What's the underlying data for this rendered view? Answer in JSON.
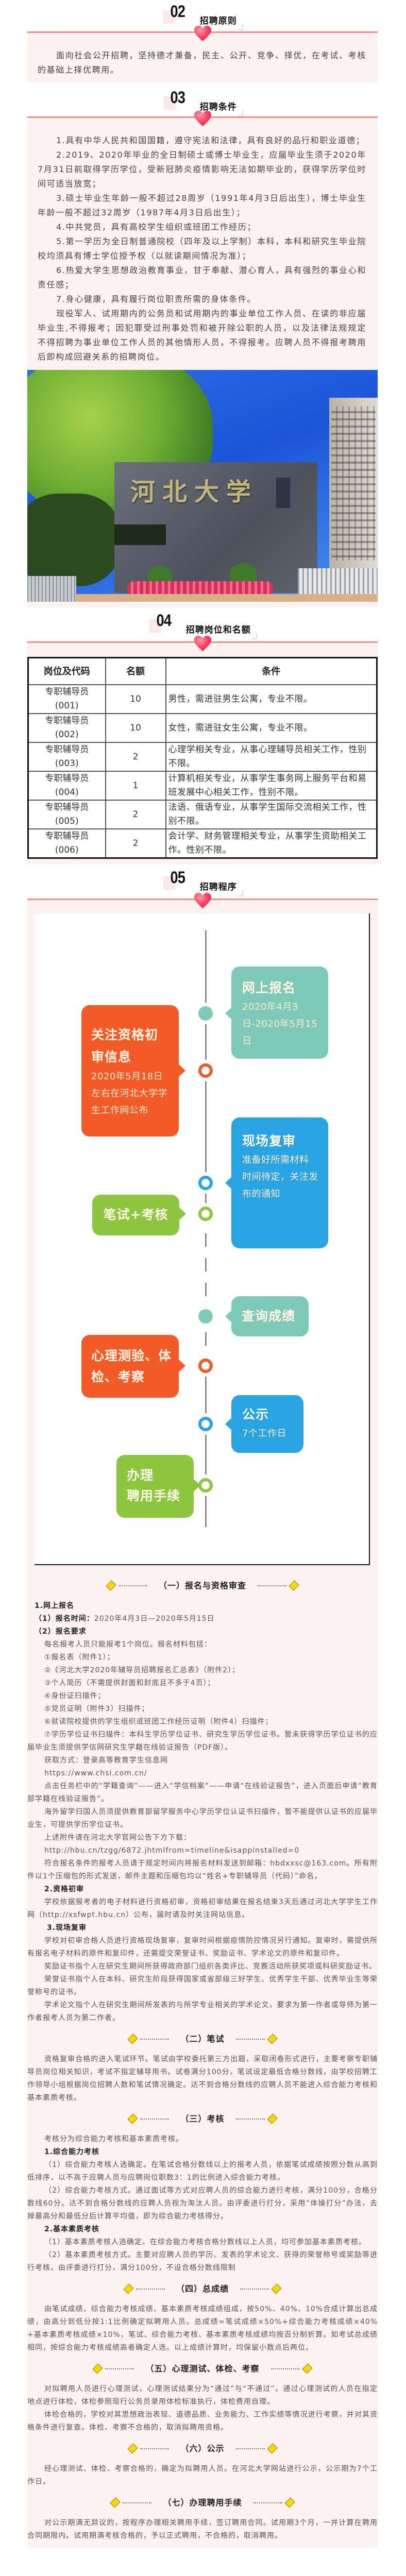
{
  "s02": {
    "number": "02",
    "title": "招聘原则",
    "paragraph": "面向社会公开招聘，坚持德才兼备，民主、公开、竞争、择优，在考试、考核的基础上择优聘用。"
  },
  "s03": {
    "number": "03",
    "title": "招聘条件",
    "paragraphs": [
      "1.具有中华人民共和国国籍，遵守宪法和法律，具有良好的品行和职业道德；",
      "2.2019、2020年毕业的全日制硕士或博士毕业生，应届毕业生须于2020年7月31日前取得学历学位，受新冠肺炎疫情影响无法如期毕业的，获得学历学位时间可适当放宽；",
      "3.硕士毕业生年龄一般不超过28周岁（1991年4月3日后出生），博士毕业生年龄一般不超过32周岁（1987年4月3日后出生）；",
      "4.中共党员，具有高校学生组织或班团工作经历；",
      "5.第一学历为全日制普通院校（四年及以上学制）本科，本科和研究生毕业院校均须具有博士学位授予权（以就读期间情况为准）；",
      "6.热爱大学生思想政治教育事业，甘于奉献、潜心育人，具有强烈的事业心和责任感；",
      "7.身心健康，具有履行岗位职责所需的身体条件。",
      "现役军人、试用期内的公务员和试用期内的事业单位工作人员、在读的非应届毕业生,不得报考；因犯罪受过刑事处罚和被开除公职的人员，以及法律法规规定不得招聘为事业单位工作人员的其他情形人员，不得报考。应聘人员不得报考聘用后即构成回避关系的招聘岗位。"
    ]
  },
  "photo": {
    "sign_text": "河北大学"
  },
  "s04": {
    "number": "04",
    "title": "招聘岗位和名额",
    "table": {
      "headers": [
        "岗位及代码",
        "名额",
        "条件"
      ],
      "rows": [
        {
          "position": "专职辅导员",
          "code": "(001)",
          "quota": "10",
          "conditions": "男性，需进驻男生公寓，专业不限。"
        },
        {
          "position": "专职辅导员",
          "code": "(002)",
          "quota": "10",
          "conditions": "女性，需进驻女生公寓，专业不限。"
        },
        {
          "position": "专职辅导员",
          "code": "(003)",
          "quota": "2",
          "conditions": "心理学相关专业，从事心理辅导员相关工作，性别不限。"
        },
        {
          "position": "专职辅导员",
          "code": "(004)",
          "quota": "1",
          "conditions": "计算机相关专业，从事学生事务网上服务平台和易班发展中心相关工作，性别不限。"
        },
        {
          "position": "专职辅导员",
          "code": "(005)",
          "quota": "2",
          "conditions": "法语、俄语专业，从事学生国际交流相关工作，性别不限。"
        },
        {
          "position": "专职辅导员",
          "code": "(006)",
          "quota": "2",
          "conditions": "会计学、财务管理相关专业，从事学生资助相关工作。性别不限。"
        }
      ]
    }
  },
  "s05": {
    "number": "05",
    "title": "招聘程序",
    "timeline": [
      {
        "title": "网上报名",
        "detail": "2020年4月3日-2020年5月15日"
      },
      {
        "title": "关注资格初审信息",
        "detail": "2020年5月18日左右在河北大学学生工作网公布"
      },
      {
        "title": "现场复审",
        "detail": "准备好所需材料",
        "detail2": "时间待定，关注发布的通知"
      },
      {
        "title": "笔试+考核"
      },
      {
        "title": "查询成绩"
      },
      {
        "title": "心理测验、体检、考察"
      },
      {
        "title": "公示",
        "detail": "7个工作日"
      },
      {
        "title": "办理",
        "title2": "聘用手续"
      }
    ],
    "colors": {
      "teal": "#7fc9b9",
      "orange": "#f25a27",
      "blue": "#27a4e1",
      "green": "#8dc640"
    }
  },
  "procedure": {
    "sec1": {
      "heading": "（一）报名与资格审查",
      "online_title": "1.网上报名",
      "time_label": "（1）报名时间：",
      "time_value": "2020年4月3日—2020年5月15日",
      "req_label": "（2）报名要求",
      "paras": [
        "每名报考人员只能报考1个岗位。报名材料包括：",
        "①报名表（附件1）；",
        "②《河北大学2020年辅导员招聘报名汇总表》（附件2）；",
        "③个人简历（不需提供封面和封底且不多于4页）；",
        "④身份证扫描件；",
        "⑤党员证明（附件3）扫描件；",
        "⑥就读院校提供的学生组织或班团工作经历证明（附件4）扫描件；",
        "⑦学历学位证书扫描件：本科生学历学位证书、研究生学历学位证书。暂未获得学历学位证书的应届毕业生须提供学信网研究生学籍在线验证报告（PDF版）。",
        "获取方式：登录高等教育学生信息网",
        "https://www.chsi.com.cn/",
        "点击任务栏中的“学籍查询”——进入“学信档案”——申请“在线验证报告”，进入页面后申请“教育部学籍在线验证报告”。",
        "海外留学归国人员须提供教育部留学服务中心学历学位认证书扫描件，暂不能提供认证书的应届毕业生，可提供学历学位证书。",
        "上述附件请在河北大学官网公告下方下载：",
        "http://hbu.cn/tzgg/6872.jhtmlfrom=timeline&isappinstalled=0",
        "符合报名条件的报考人员请于规定时间内将报名材料发送到邮箱：hbdxxsc@163.com。所有附件以1个压缩包的形式发送，邮件主题和压缩包均以“姓名+专职辅导员（代码）”命名。"
      ],
      "prelim_title": "2.资格初审",
      "prelim_para": "学校依据报考者的电子材料进行资格初审，资格初审结果在报名结束3天后通过河北大学学生工作网（http://xsfwpt.hbu.cn）公布，届时请及时关注网站信息。",
      "onsite_title": "3.现场复审",
      "onsite_paras": [
        "学校对初审合格人员进行资格现场复审，复审时间根据疫情防控情况另行通知。复审时，需提供所有报名电子材料的原件和复印件，还需提交荣誉证书、奖励证书、学术论文的原件和复印件。",
        "奖励证书指个人在研究生期间所获得政府部门组织各类评比、竞赛活动所获奖项或科研奖励证书。",
        "荣誉证书指个人在本科、研究生阶段获得国家或省部级三好学生、优秀学生干部、优秀毕业生等荣誉称号的证书。",
        "学术论文指个人在研究生期间所发表的与所学专业相关的学术论文，要求为第一作者或导师为第一作者报考人员为第二作者。"
      ]
    },
    "sec2": {
      "heading": "（二）笔试",
      "para": "资格复审合格的进入笔试环节。笔试由学校委托第三方出题，采取闭卷形式进行，主要考察专职辅导员岗位相关知识，考试不指定辅导用书。试卷满分100分，笔试设定最低合格分数线，由学校招聘工作领导小组根据岗位招聘人数和笔试情况确定。达不到合格分数线的应聘人员不能进入综合能力考核和基本素质考核。"
    },
    "sec3": {
      "heading": "（三）考核",
      "intro": "考核分为综合能力考核和基本素质考核。",
      "comp_title": "1.综合能力考核",
      "comp_paras": [
        "（1）综合能力考核人选确定。在笔试合格分数线以上的报考人员，依据笔试成绩按照分数从高到低排序，以不高于应聘人员与应聘岗位职数3：1的比例进入综合能力考核。",
        "（2）综合能力考核方式。通过面试等方式对应聘人员的综合能力进行考核，满分100分，合格分数线60分。达不到合格分数线的应聘人员视为淘汰人员。由评委进行打分，采用“体操打分”办法，去掉最高分和最低分后计算平均值，即为综合能力考核得分。"
      ],
      "basic_title": "2.基本素质考核",
      "basic_paras": [
        "（1）基本素质考核人选确定。在综合能力考核合格分数线以上人员，均可参加基本素质考核。",
        "（2）基本素质考核方式。主要对应聘人员的学历、发表的学术论文、获得的荣誉称号或奖励等进行考核。由评委进行打分，满分100分，不设合格分数线限制"
      ]
    },
    "sec4": {
      "heading": "（四）总成绩",
      "para": "由笔试成绩、综合能力考核成绩、基本素质考核成绩组成，按50%、40%、10%合成计算出总成绩，由高分到低分按1:1比例确定拟聘用人员。总成绩=笔试成绩×50%+综合能力考核成绩×40%+基本素质考核成绩×10%，笔试、综合能力考核、基本素质考核成绩均按百分制折算。如考试总成绩相同，按综合能力考核成绩高者确定人选。以上成绩计算时，均保留小数点后两位。"
    },
    "sec5": {
      "heading": "（五）心理测试、体检、考察",
      "paras": [
        "对拟聘用人员进行心理测试，心理测试结果分为“通过”与“不通过”。通过心理测试的人员在指定地点进行体检，体检参照现行公务员录用体检标准执行，体检费用自理。",
        "体检合格的，学校对其思想政治表现、道德品质、业务能力、工作实绩等情况进行考察，并对其资格条件进行复查。体检、考察不合格的，取消拟聘用资格。"
      ]
    },
    "sec6": {
      "heading": "（六）公示",
      "para": "经心理测试、体检、考察合格的，确定为拟聘用人员。在河北大学网站进行公示，公示期为7个工作日。"
    },
    "sec7": {
      "heading": "（七）办理聘用手续",
      "para": "对公示期满无异议的，按程序办理相关聘用手续，签订聘用合同。试用期3个月，一并计算在聘用合同期限内。试用期满考核合格的，予以正式聘用，不合格的，取消聘用。"
    }
  },
  "colors": {
    "pink_bg": "#fdf1f1",
    "pink_line": "#f58c8f",
    "heart": "#ff3b5c",
    "diamond": "#f6d80c"
  }
}
